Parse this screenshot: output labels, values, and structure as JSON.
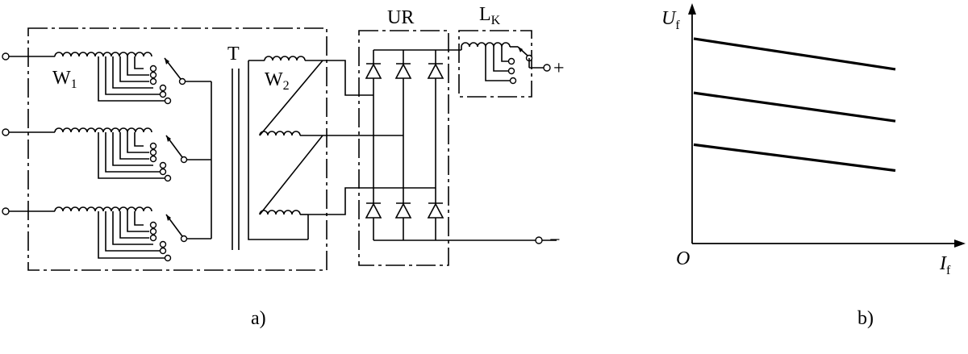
{
  "panel_a": {
    "caption": "a)",
    "labels": {
      "w1_main": "W",
      "w1_sub": "1",
      "transformer": "T",
      "w2_main": "W",
      "w2_sub": "2",
      "rectifier": "UR",
      "reactor_main": "L",
      "reactor_sub": "K",
      "plus": "+",
      "minus": "−"
    }
  },
  "panel_b": {
    "caption": "b)",
    "y_axis": {
      "main": "U",
      "sub": "f"
    },
    "x_axis": {
      "main": "I",
      "sub": "f"
    },
    "origin": "O"
  },
  "chart_data": {
    "type": "line",
    "xlabel": "If",
    "ylabel": "Uf",
    "series": [
      {
        "x": [
          0,
          1
        ],
        "y": [
          0.87,
          0.74
        ]
      },
      {
        "x": [
          0,
          1
        ],
        "y": [
          0.64,
          0.52
        ]
      },
      {
        "x": [
          0,
          1
        ],
        "y": [
          0.42,
          0.31
        ]
      }
    ],
    "xlim": [
      0,
      1
    ],
    "ylim": [
      0,
      1
    ]
  }
}
